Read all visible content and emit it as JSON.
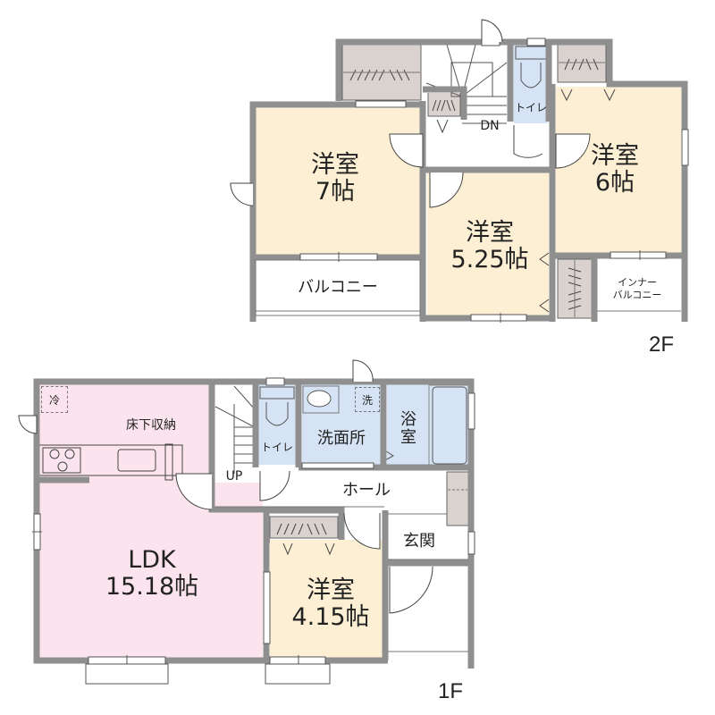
{
  "floors": [
    {
      "id": "2F",
      "label": "2F",
      "rooms": [
        {
          "name": "western-room-7",
          "type": "洋室",
          "size": "7帖"
        },
        {
          "name": "western-room-5-25",
          "type": "洋室",
          "size": "5.25帖"
        },
        {
          "name": "western-room-6",
          "type": "洋室",
          "size": "6帖"
        },
        {
          "name": "toilet",
          "type": "トイレ"
        },
        {
          "name": "balcony",
          "type": "バルコニー"
        },
        {
          "name": "inner-balcony",
          "type": "インナー",
          "type2": "バルコニー"
        }
      ],
      "stairs_label": "DN"
    },
    {
      "id": "1F",
      "label": "1F",
      "rooms": [
        {
          "name": "ldk",
          "type": "LDK",
          "size": "15.18帖"
        },
        {
          "name": "western-room-4-15",
          "type": "洋室",
          "size": "4.15帖"
        },
        {
          "name": "toilet",
          "type": "トイレ"
        },
        {
          "name": "washroom",
          "type": "洗面所"
        },
        {
          "name": "bathroom",
          "type": "浴",
          "type2": "室"
        },
        {
          "name": "hall",
          "type": "ホール"
        },
        {
          "name": "entrance",
          "type": "玄関"
        }
      ],
      "stairs_label": "UP",
      "fixtures": {
        "fridge": "冷",
        "washer": "洗",
        "underfloor_storage": "床下収納"
      }
    }
  ],
  "colors": {
    "wall": "#8f8f8f",
    "western_room": "#fdefd3",
    "ldk": "#fbe4ee",
    "wet_area": "#d5e3f5",
    "storage": "#d9d2cf",
    "outline": "#333333"
  }
}
